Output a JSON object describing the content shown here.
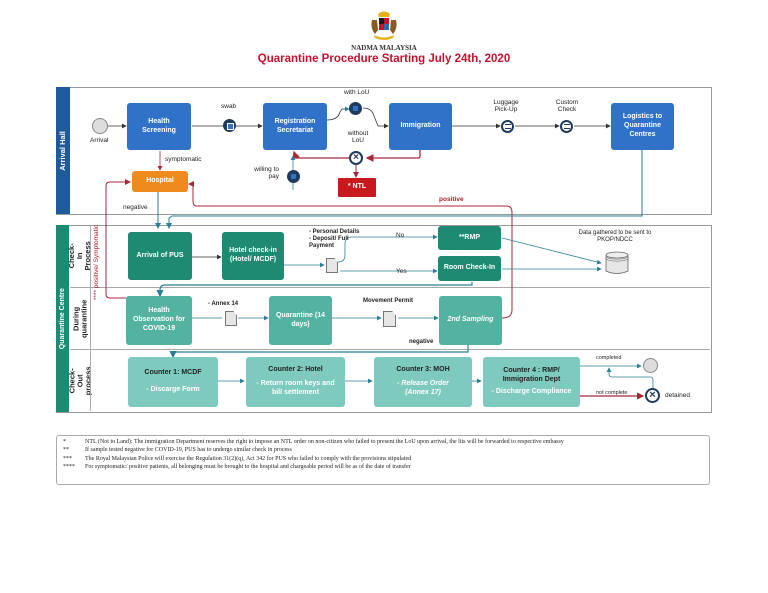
{
  "header": {
    "organization": "NADMA MALAYSIA",
    "title": "Quarantine Procedure Starting July 24th, 2020",
    "crest_icon": "malaysia-coat-of-arms"
  },
  "pools": {
    "arrival_hall": "Arrival Hall",
    "quarantine_centre": "Quarantine Centre"
  },
  "lanes": {
    "check_in": "Check-In Process",
    "during": "During quarantine",
    "check_out": "Check-Out process"
  },
  "arrival": {
    "start_label": "Arrival",
    "health_screening": "Health Screening",
    "swab": "swab",
    "registration": "Registration Secretariat",
    "with_lou": "with LoU",
    "without_lou": "without LoU",
    "immigration": "Immigration",
    "luggage": "Luggage Pick-Up",
    "custom_check": "Custom Check",
    "logistics": "Logistics to Quarantine Centres",
    "symptomatic": "symptomatic",
    "hospital": "Hospital",
    "willing_to_pay": "willing to pay",
    "ntl": "* NTL",
    "negative": "negative",
    "positive": "positive"
  },
  "check_in": {
    "arrival_pus": "Arrival of PUS",
    "hotel_check_in": "Hotel check-in (Hotel/ MCDF)",
    "doc_notes": [
      "- Personal Details",
      "- Deposit/ Full",
      "Payment"
    ],
    "no": "No",
    "yes": "Yes",
    "rmp": "**RMP",
    "room_check_in": "Room Check-In",
    "data_note": "Data gathered to be sent to PKOP/NDCC",
    "side_note": "**** positive/ Symptomatic"
  },
  "during": {
    "health_observation": "Health Observation for COVID-19",
    "annex": "- Annex 14",
    "quarantine": "Quarantine (14 days)",
    "movement_permit": "Movement Permit",
    "second_sampling": "2nd Sampling",
    "negative": "negative"
  },
  "check_out": {
    "counters": [
      {
        "title": "Counter 1: MCDF",
        "sub": "- Discarge Form"
      },
      {
        "title": "Counter 2: Hotel",
        "sub": "- Return room keys and bill settlement"
      },
      {
        "title": "Counter 3: MOH",
        "sub": "- Release Order (Annex 17)"
      },
      {
        "title": "Counter 4 : RMP/ Immigration Dept",
        "sub": "- Discharge Compliance"
      }
    ],
    "completed": "completed",
    "not_complete": "not complete",
    "detained": "detained"
  },
  "notes": [
    {
      "mark": "*",
      "text": "NTL (Not to Land): The immigration Department reserves the right to impose an NTL order on non-citizen who failed to present the LoU upon arrival, the lits will be forwarded to respective embassy"
    },
    {
      "mark": "**",
      "text": "If sample tested negative for COVID-19, PUS has to undergo similar check in process"
    },
    {
      "mark": "***",
      "text": "The Royal Malaysian Police will exercise the Regulation 31(2)(q), Act 342 for PUS who failed to comply with the provisions stipulated"
    },
    {
      "mark": "****",
      "text": "For symptomatic/ positive patients, all belonging must be brought to the hospital and chargeable period will be as of the date of transfer"
    }
  ],
  "colors": {
    "task_blue": "#2f72c8",
    "hospital_orange": "#ef8a1e",
    "ntl_red": "#c8191e",
    "teal_dark": "#1e8a72",
    "teal_mid": "#54b3a0",
    "teal_light": "#7fcabe",
    "pool_blue": "#1f5a9a",
    "pool_green": "#1e8a72",
    "title_red": "#c8102e",
    "flow_red": "#a8283a",
    "flow_teal": "#2a7f96"
  }
}
